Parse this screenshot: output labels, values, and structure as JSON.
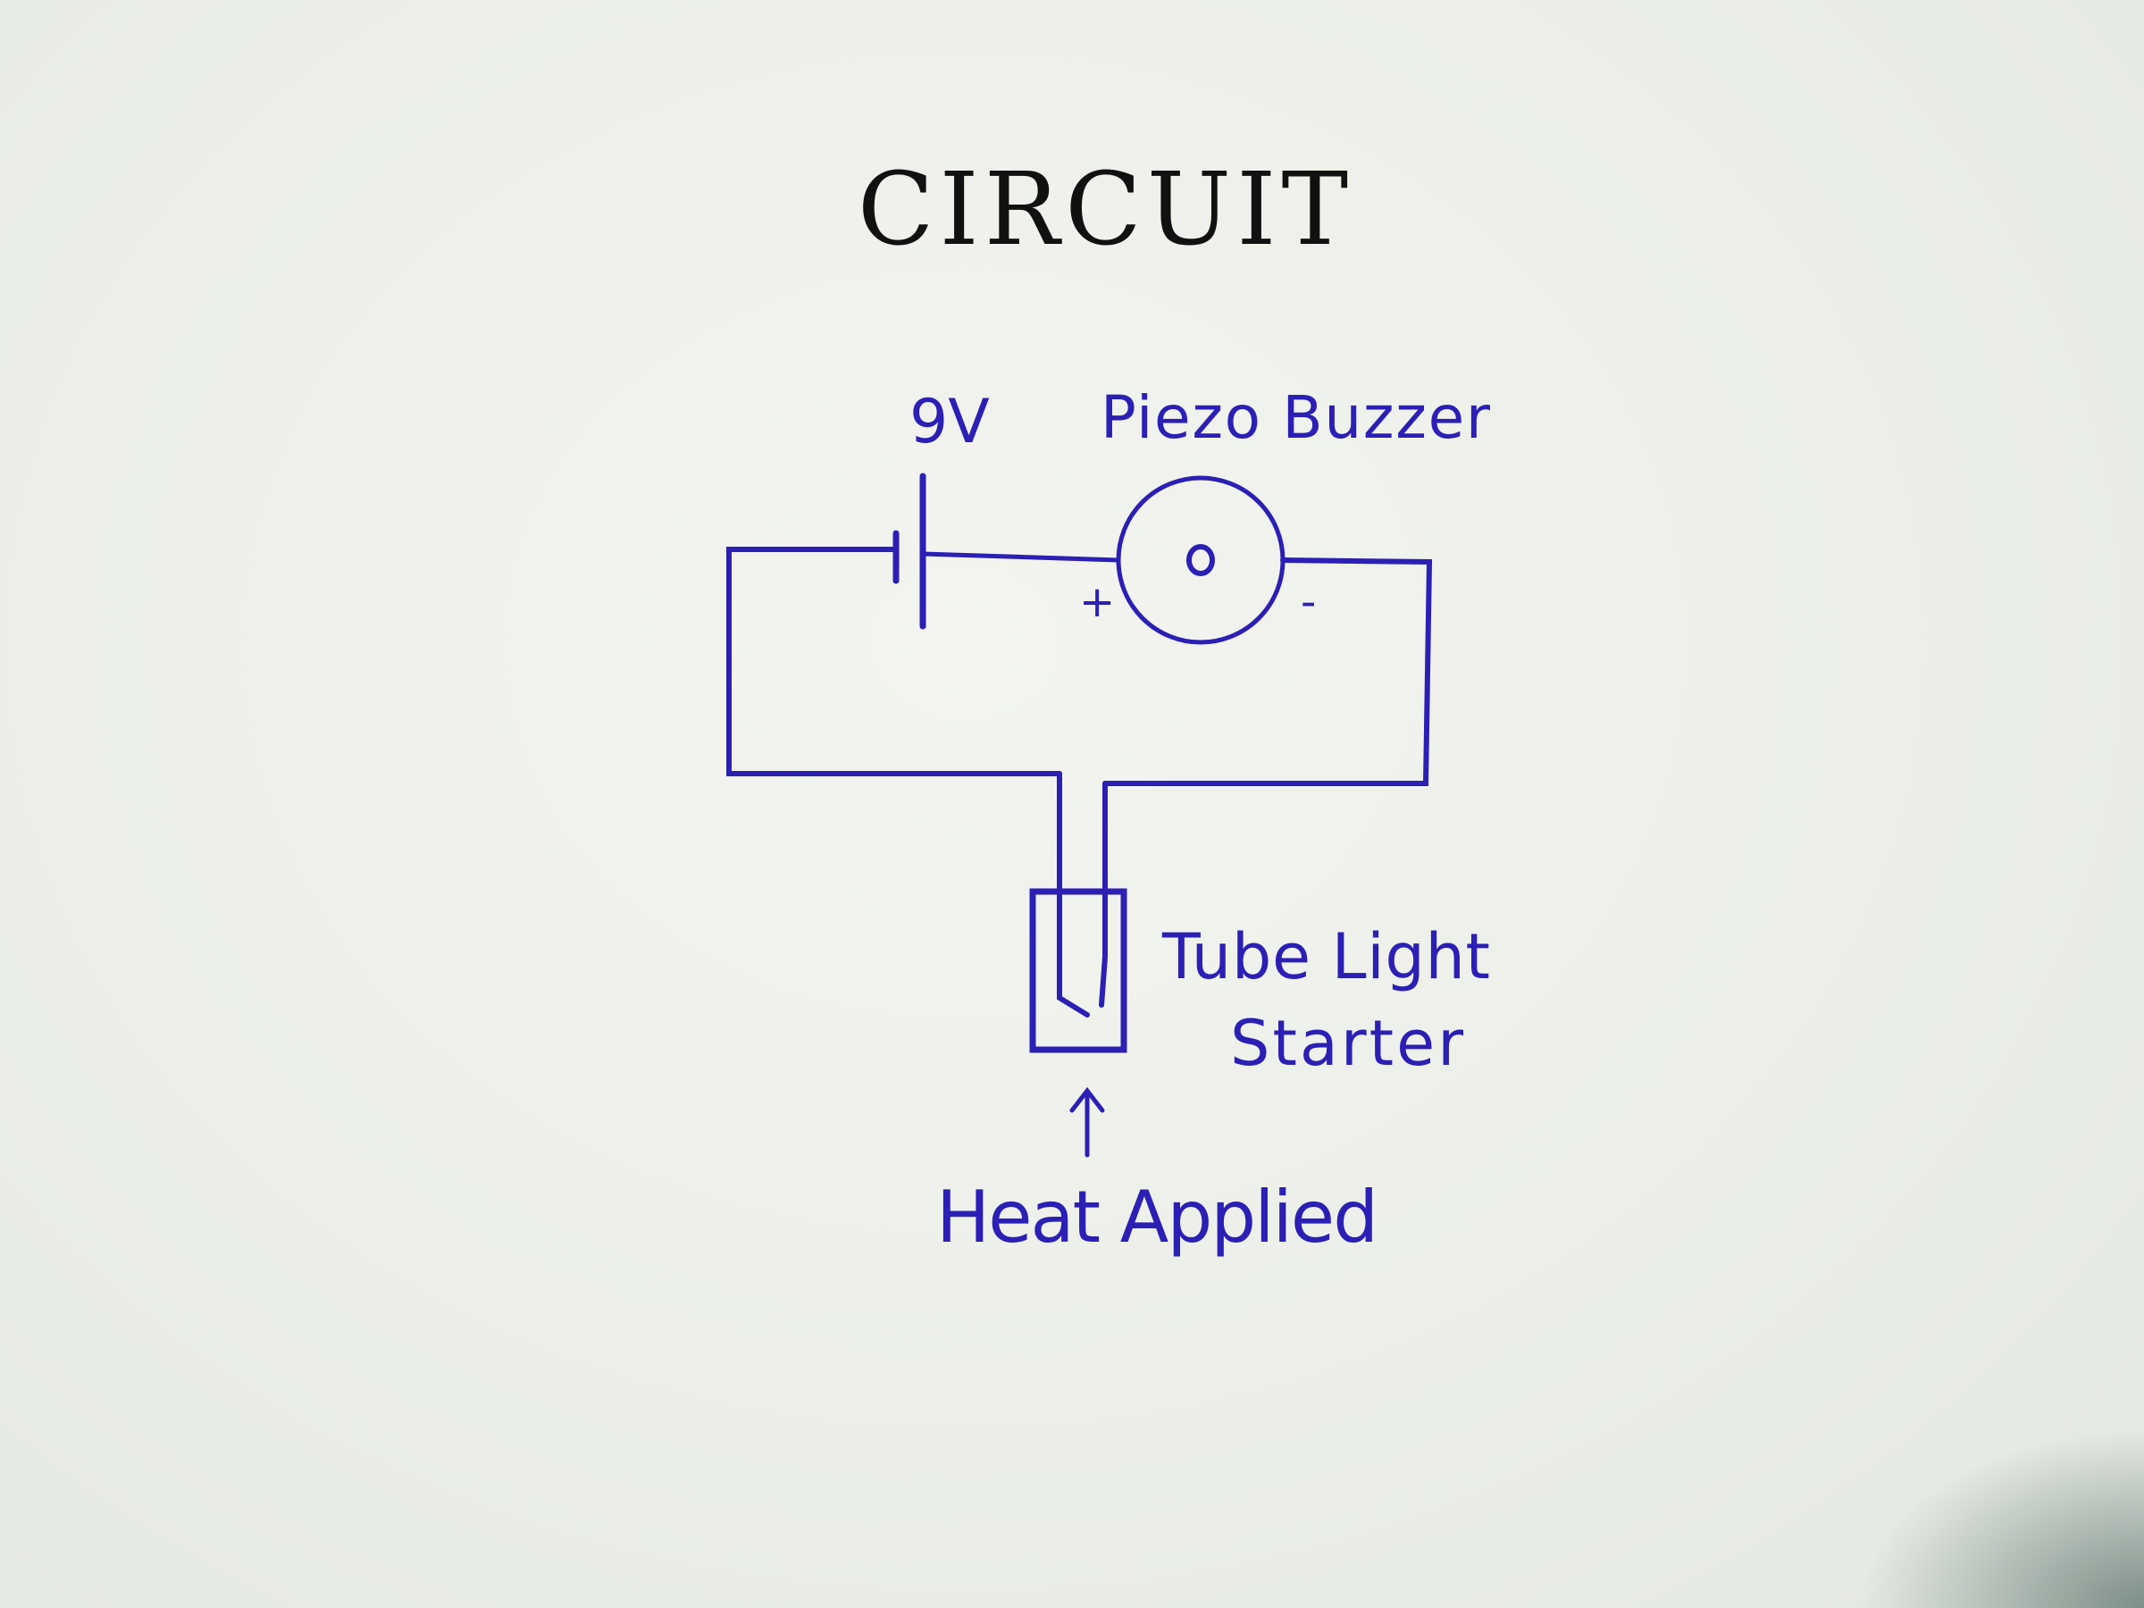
{
  "title": "CIRCUIT",
  "labels": {
    "battery": "9V",
    "buzzer": "Piezo Buzzer",
    "plus": "+",
    "minus": "-",
    "starter_line1": "Tube Light",
    "starter_line2": "Starter",
    "heat": "Heat Applied"
  },
  "colors": {
    "ink": "#2b1fb5",
    "paper": "#eef0ea",
    "title": "#111111"
  }
}
